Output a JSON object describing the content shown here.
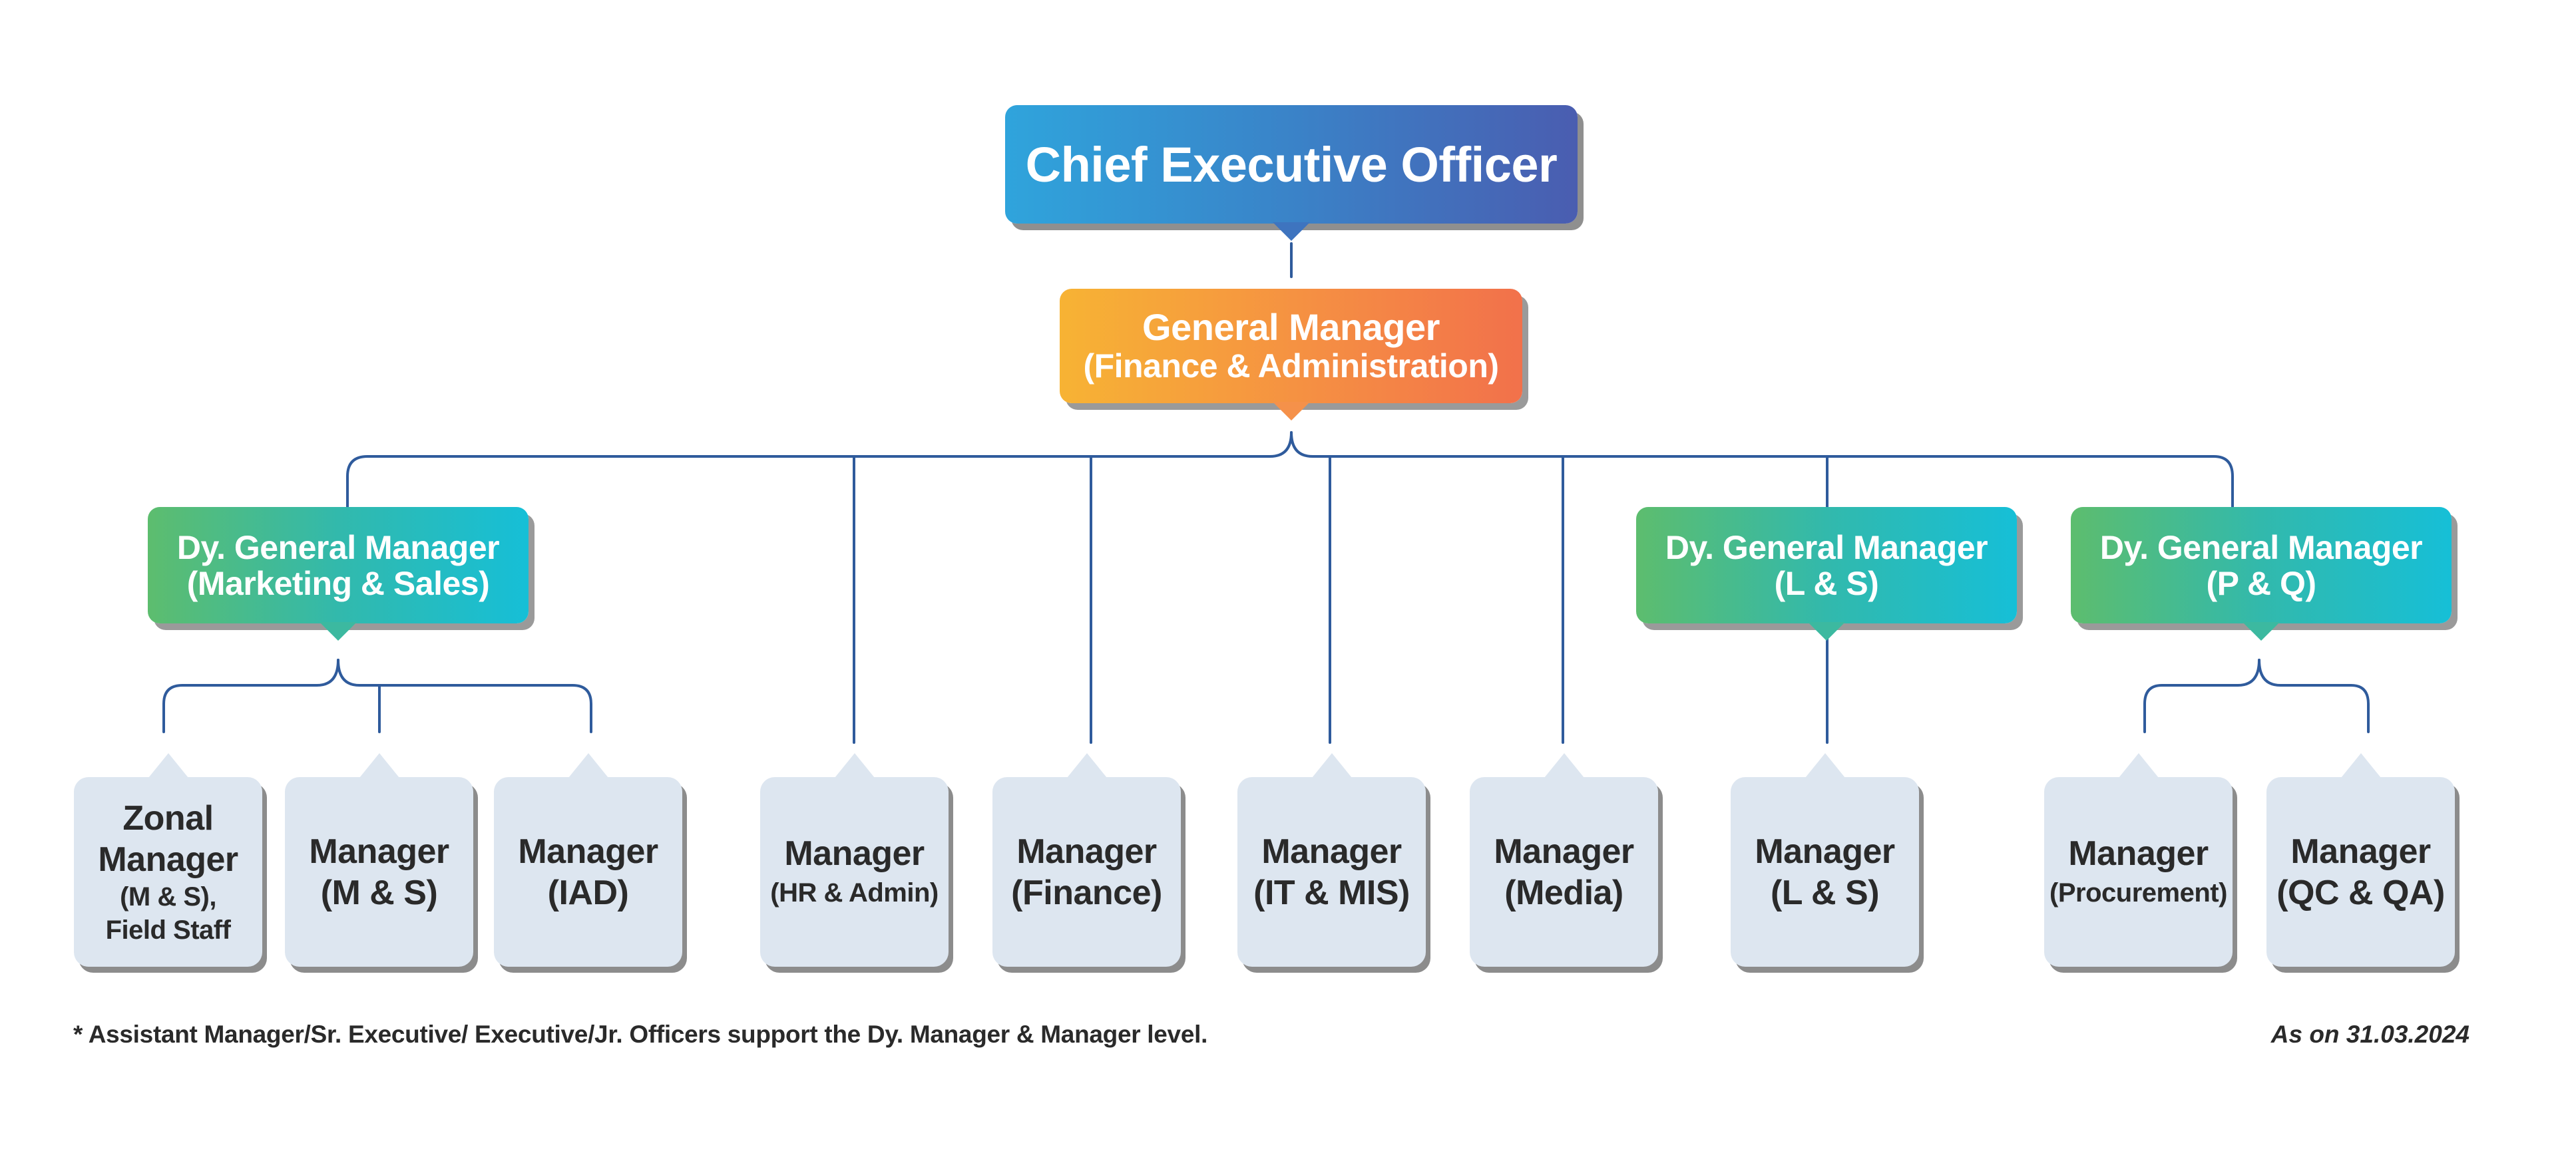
{
  "chart": {
    "ceo": "Chief Executive Officer",
    "gm": {
      "line1": "General Manager",
      "line2": "(Finance & Administration)"
    },
    "dgm_ms": {
      "line1": "Dy. General Manager",
      "line2": "(Marketing & Sales)"
    },
    "dgm_ls": {
      "line1": "Dy. General Manager",
      "line2": "(L & S)"
    },
    "dgm_pq": {
      "line1": "Dy. General Manager",
      "line2": "(P & Q)"
    },
    "managers": {
      "zonal": {
        "line1": "Zonal",
        "line2": "Manager",
        "line3": "(M & S),",
        "line4": "Field Staff"
      },
      "ms": {
        "line1": "Manager",
        "line2": "(M & S)"
      },
      "iad": {
        "line1": "Manager",
        "line2": "(IAD)"
      },
      "hr": {
        "line1": "Manager",
        "line2": "(HR & Admin)"
      },
      "finance": {
        "line1": "Manager",
        "line2": "(Finance)"
      },
      "it": {
        "line1": "Manager",
        "line2": "(IT & MIS)"
      },
      "media": {
        "line1": "Manager",
        "line2": "(Media)"
      },
      "ls": {
        "line1": "Manager",
        "line2": "(L & S)"
      },
      "procurement": {
        "line1": "Manager",
        "line2": "(Procurement)"
      },
      "qc": {
        "line1": "Manager",
        "line2": "(QC & QA)"
      }
    }
  },
  "footnote": "* Assistant Manager/Sr. Executive/ Executive/Jr. Officers support the Dy. Manager & Manager level.",
  "as_on": "As on 31.03.2024",
  "colors": {
    "connector": "#2f5b9c",
    "manager_box": "#dde6f0",
    "shadow": "#8f8f8f"
  }
}
